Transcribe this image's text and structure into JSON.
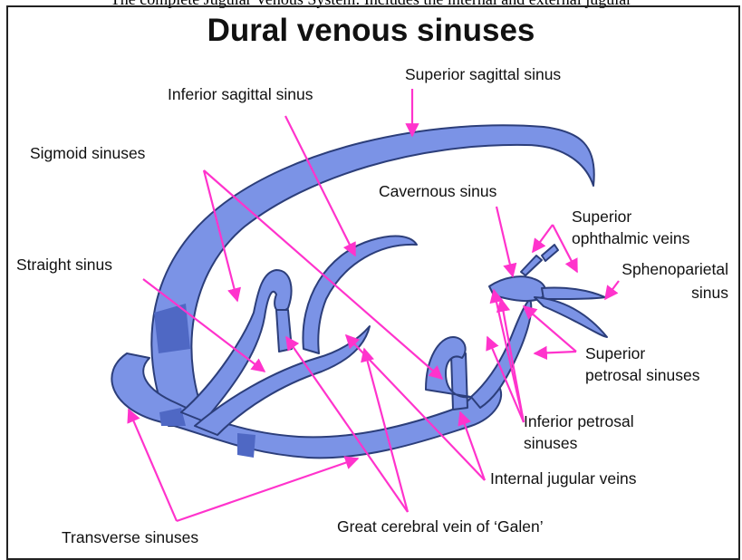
{
  "top_strip_text": "The complete Jugular Venous System: Includes the internal and external jugular",
  "title": "Dural venous sinuses",
  "labels": {
    "superior_sagittal_sinus": "Superior sagittal sinus",
    "inferior_sagittal_sinus": "Inferior sagittal sinus",
    "sigmoid_sinuses": "Sigmoid sinuses",
    "cavernous_sinus": "Cavernous sinus",
    "superior_ophthalmic_veins_1": "Superior",
    "superior_ophthalmic_veins_2": "ophthalmic veins",
    "straight_sinus": "Straight sinus",
    "sphenoparietal_sinus_1": "Sphenoparietal",
    "sphenoparietal_sinus_2": "sinus",
    "superior_petrosal_sinuses_1": "Superior",
    "superior_petrosal_sinuses_2": "petrosal sinuses",
    "inferior_petrosal_sinuses_1": "Inferior petrosal",
    "inferior_petrosal_sinuses_2": "sinuses",
    "internal_jugular_veins": "Internal jugular veins",
    "great_cerebral_vein": "Great cerebral vein of ‘Galen’",
    "transverse_sinuses": "Transverse sinuses"
  },
  "colors": {
    "vessel_fill": "#7b93e6",
    "vessel_dark": "#4f68c4",
    "vessel_outline": "#2c3e7a",
    "pointer": "#ff33cc"
  }
}
